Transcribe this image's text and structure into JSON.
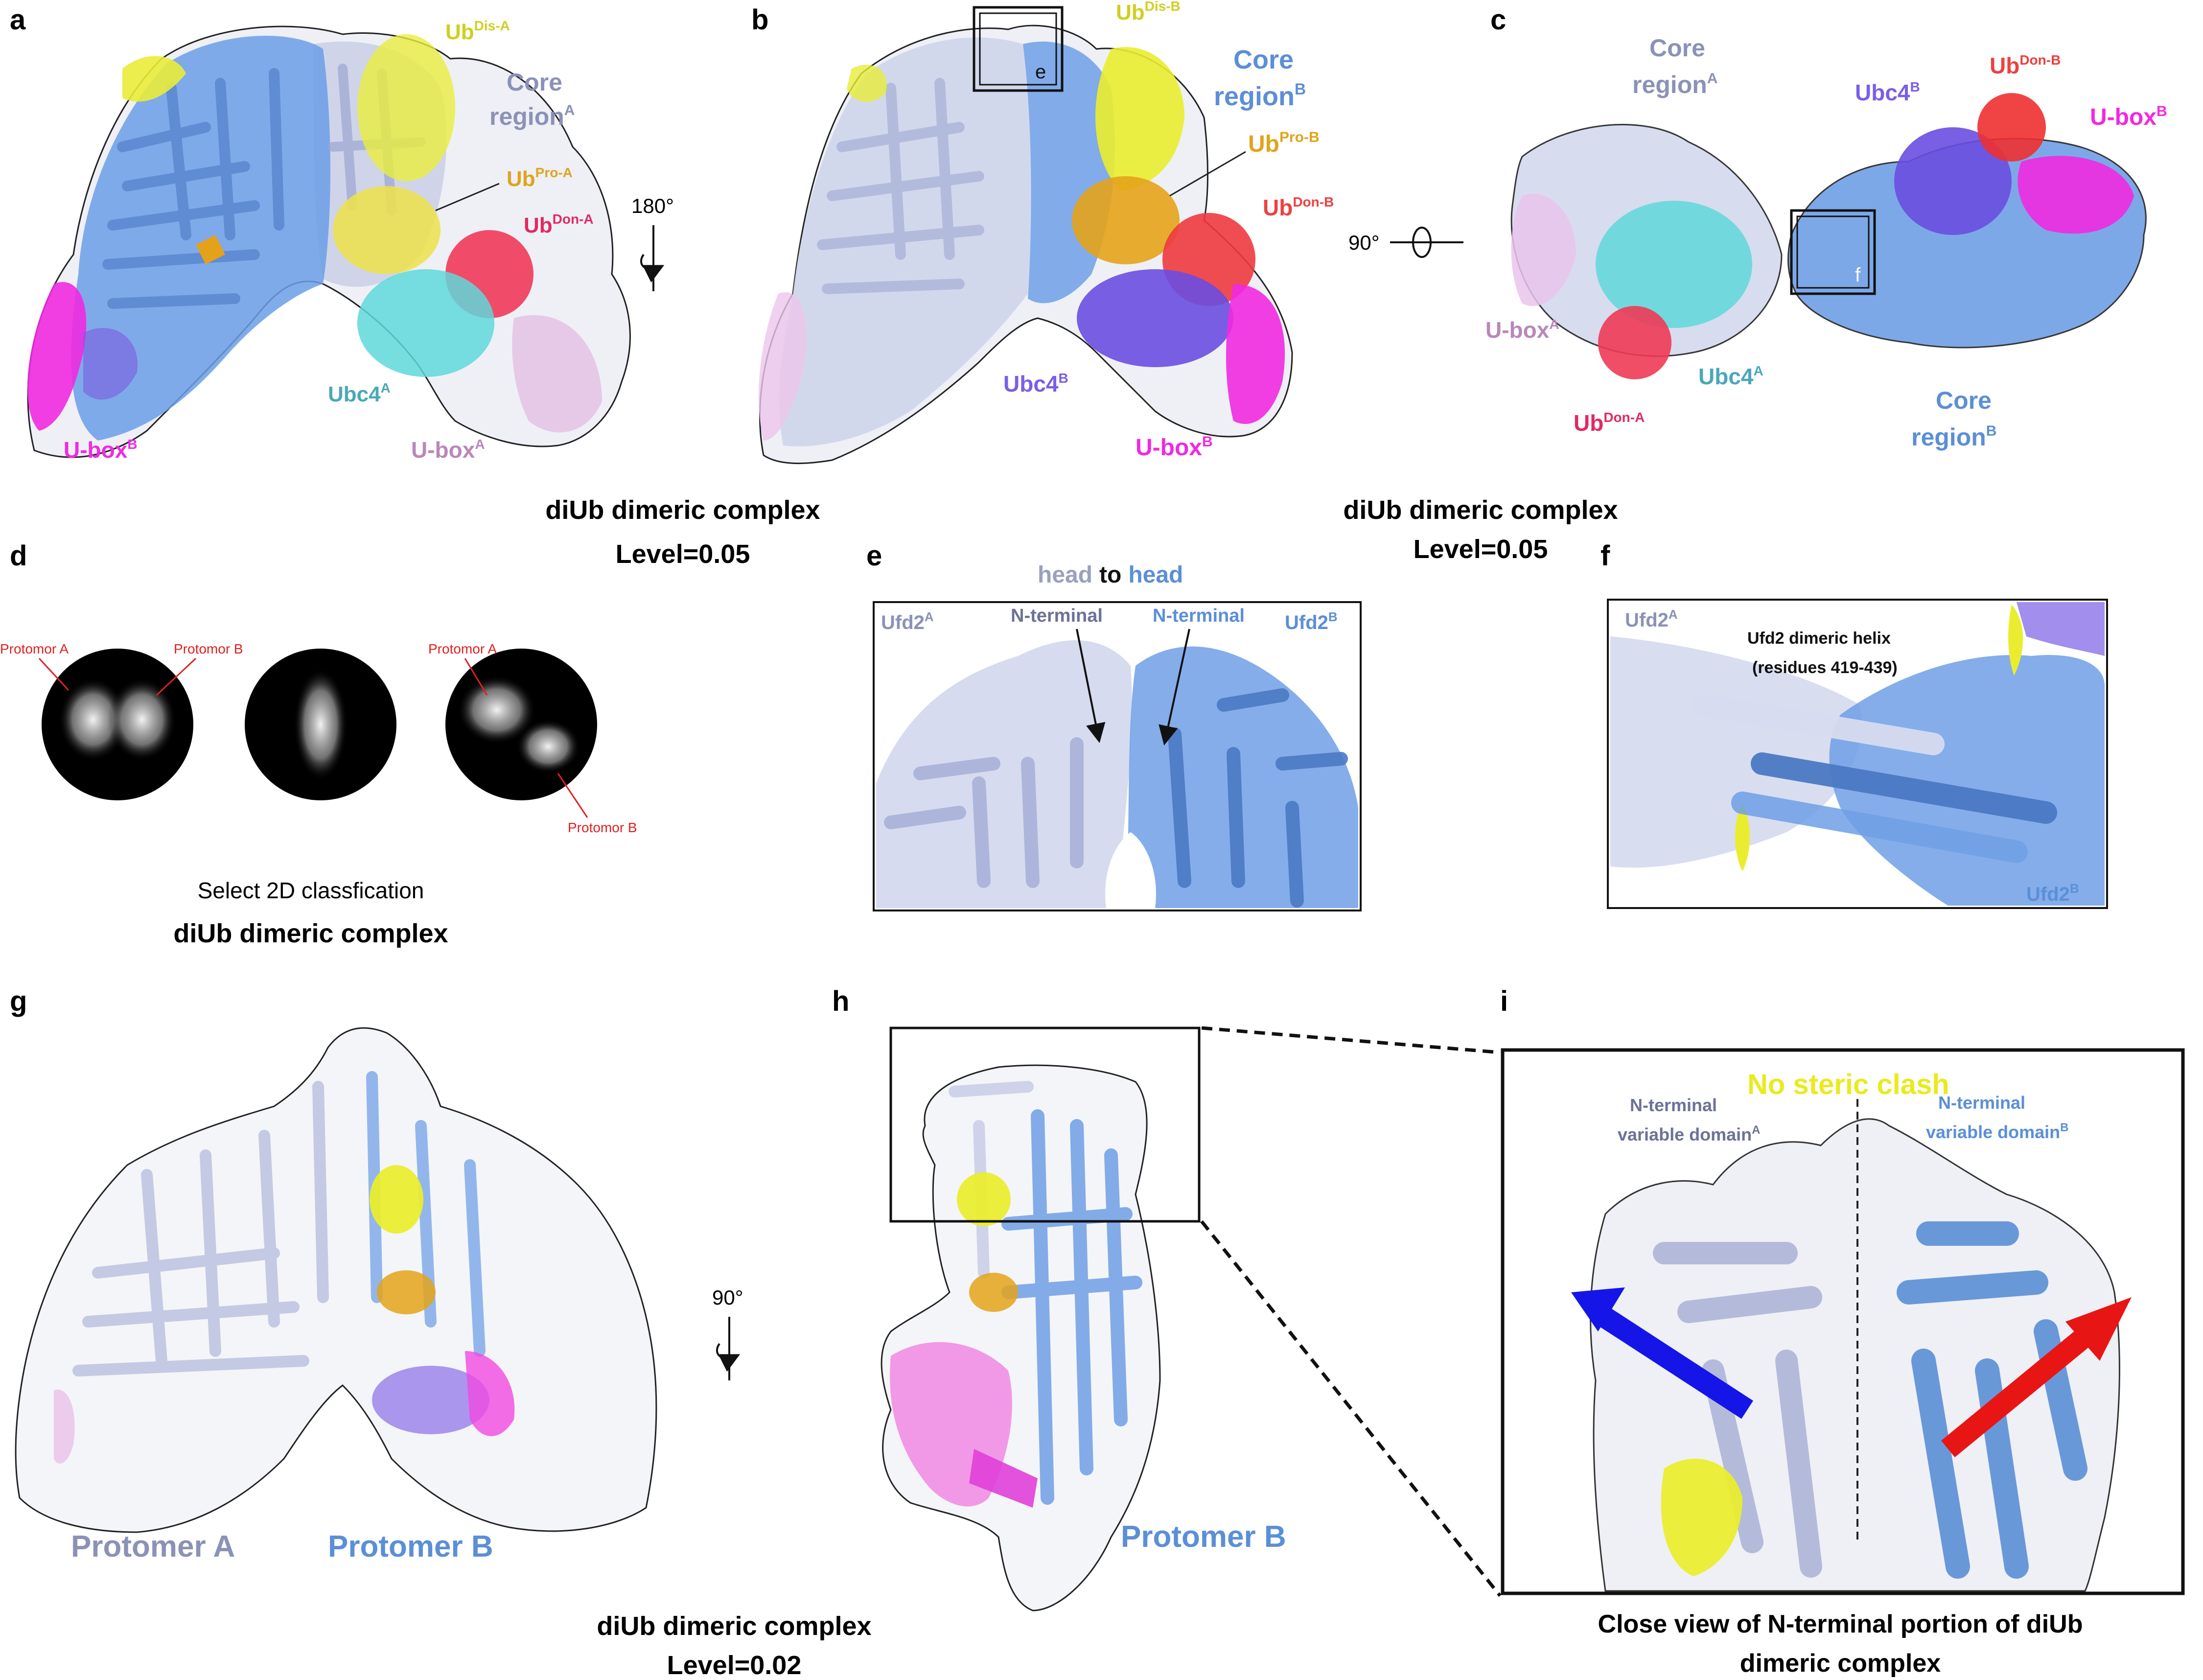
{
  "panels": {
    "a": {
      "letter": "a",
      "labels": {
        "ub_dis_a": {
          "base": "Ub",
          "sup": "Dis-A"
        },
        "core_a_line1": "Core",
        "core_a_line2": {
          "base": "region",
          "sup": "A"
        },
        "ub_pro_a": {
          "base": "Ub",
          "sup": "Pro-A"
        },
        "ub_don_a": {
          "base": "Ub",
          "sup": "Don-A"
        },
        "ubc4_a": {
          "base": "Ubc4",
          "sup": "A"
        },
        "ubox_b": {
          "base": "U-box",
          "sup": "B"
        },
        "ubox_a": {
          "base": "U-box",
          "sup": "A"
        }
      },
      "rotation": "180°"
    },
    "b": {
      "letter": "b",
      "inset_letter": "e",
      "labels": {
        "ub_dis_b": {
          "base": "Ub",
          "sup": "Dis-B"
        },
        "core_b_line1": "Core",
        "core_b_line2": {
          "base": "region",
          "sup": "B"
        },
        "ub_pro_b": {
          "base": "Ub",
          "sup": "Pro-B"
        },
        "ub_don_b": {
          "base": "Ub",
          "sup": "Don-B"
        },
        "ubc4_b": {
          "base": "Ubc4",
          "sup": "B"
        },
        "ubox_b": {
          "base": "U-box",
          "sup": "B"
        }
      }
    },
    "ab_caption": {
      "line1": "diUb dimeric complex",
      "line2": "Level=0.05"
    },
    "c": {
      "letter": "c",
      "inset_letter": "f",
      "rotation": "90°",
      "labels": {
        "core_a_line1": "Core",
        "core_a_line2": {
          "base": "region",
          "sup": "A"
        },
        "ubc4_b": {
          "base": "Ubc4",
          "sup": "B"
        },
        "ub_don_b": {
          "base": "Ub",
          "sup": "Don-B"
        },
        "ubox_b": {
          "base": "U-box",
          "sup": "B"
        },
        "ubox_a": {
          "base": "U-box",
          "sup": "A"
        },
        "ubc4_a": {
          "base": "Ubc4",
          "sup": "A"
        },
        "ub_don_a": {
          "base": "Ub",
          "sup": "Don-A"
        },
        "core_b_line1": "Core",
        "core_b_line2": {
          "base": "region",
          "sup": "B"
        }
      }
    },
    "bc_caption": {
      "line1": "diUb dimeric complex",
      "line2": "Level=0.05"
    },
    "d": {
      "letter": "d",
      "protomer_a": "Protomor A",
      "protomer_b": "Protomor B",
      "caption1": "Select 2D classfication",
      "caption2": "diUb dimeric complex"
    },
    "e": {
      "letter": "e",
      "title_head1": "head",
      "title_to": "to",
      "title_head2": "head",
      "ufd2_a": {
        "base": "Ufd2",
        "sup": "A"
      },
      "ufd2_b": {
        "base": "Ufd2",
        "sup": "B"
      },
      "nterm_a": "N-terminal",
      "nterm_b": "N-terminal"
    },
    "f": {
      "letter": "f",
      "ufd2_a": {
        "base": "Ufd2",
        "sup": "A"
      },
      "ufd2_b": {
        "base": "Ufd2",
        "sup": "B"
      },
      "helix_line1": "Ufd2 dimeric helix",
      "helix_line2": "(residues 419-439)"
    },
    "g": {
      "letter": "g",
      "protomer_a": "Protomer A",
      "protomer_b": "Protomer B",
      "rotation": "90°"
    },
    "h": {
      "letter": "h",
      "protomer_b": "Protomer B"
    },
    "gh_caption": {
      "line1": "diUb dimeric complex",
      "line2": "Level=0.02"
    },
    "i": {
      "letter": "i",
      "clash": "No steric clash",
      "nvar_a_line1": "N-terminal",
      "nvar_a_line2": {
        "base": "variable domain",
        "sup": "A"
      },
      "nvar_b_line1": "N-terminal",
      "nvar_b_line2": {
        "base": "variable domain",
        "sup": "B"
      },
      "caption1": "Close view of N-terminal portion of diUb",
      "caption2": "dimeric complex"
    }
  },
  "colors": {
    "core_a": "#9aa5c8",
    "core_b": "#5b8fd6",
    "ub_dis": "#e8e840",
    "ub_pro": "#e3a21a",
    "ub_don": "#ee3a55",
    "ubc4": "#58d6d8",
    "ubc4_b": "#6a4ee0",
    "ubox_b": "#f02ae0",
    "ubox_a": "#d8a8d8",
    "arrow_blue": "#1515e8",
    "arrow_red": "#e81515"
  }
}
